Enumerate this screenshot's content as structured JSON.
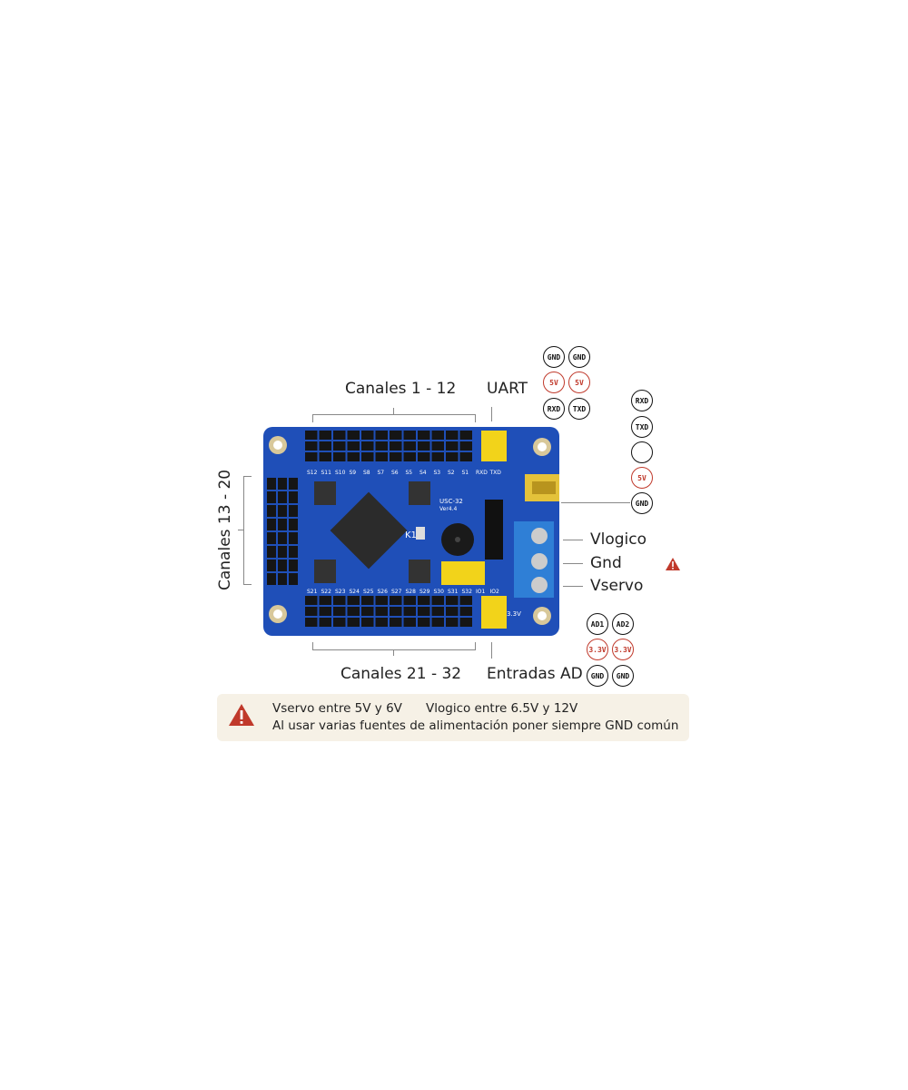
{
  "labels": {
    "canales_1_12": "Canales 1 - 12",
    "uart": "UART",
    "canales_13_20": "Canales 13 - 20",
    "canales_21_32": "Canales 21 - 32",
    "entradas_ad": "Entradas AD",
    "vlogico": "Vlogico",
    "gnd": "Gnd",
    "vservo": "Vservo"
  },
  "uart_pins": [
    "GND",
    "GND",
    "5V",
    "5V",
    "RXD",
    "TXD"
  ],
  "usb_pins": [
    "RXD",
    "TXD",
    "",
    "5V",
    "GND"
  ],
  "ad_pins": [
    "AD1",
    "AD2",
    "3.3V",
    "3.3V",
    "GND",
    "GND"
  ],
  "board": {
    "top_silk": [
      "S12",
      "S11",
      "S10",
      "S9",
      "S8",
      "S7",
      "S6",
      "S5",
      "S4",
      "S3",
      "S2",
      "S1",
      "RXD",
      "TXD"
    ],
    "bottom_silk": [
      "S21",
      "S22",
      "S23",
      "S24",
      "S25",
      "S26",
      "S27",
      "S28",
      "S29",
      "S30",
      "S31",
      "S32",
      "IO1",
      "IO2"
    ],
    "chip_label": "USC-32",
    "chip_version": "Ver4.4",
    "button_label": "K1",
    "ad_voltage": "3.3V"
  },
  "warning": {
    "line1_a": "Vservo entre 5V y 6V",
    "line1_b": "Vlogico entre 6.5V y 12V",
    "line2": "Al usar varias fuentes de alimentación poner siempre GND común"
  },
  "colors": {
    "board": "#1f4fb8",
    "header_yellow": "#f2d31a",
    "terminal_blue": "#2f7fd6",
    "warning_red": "#c0392b"
  }
}
